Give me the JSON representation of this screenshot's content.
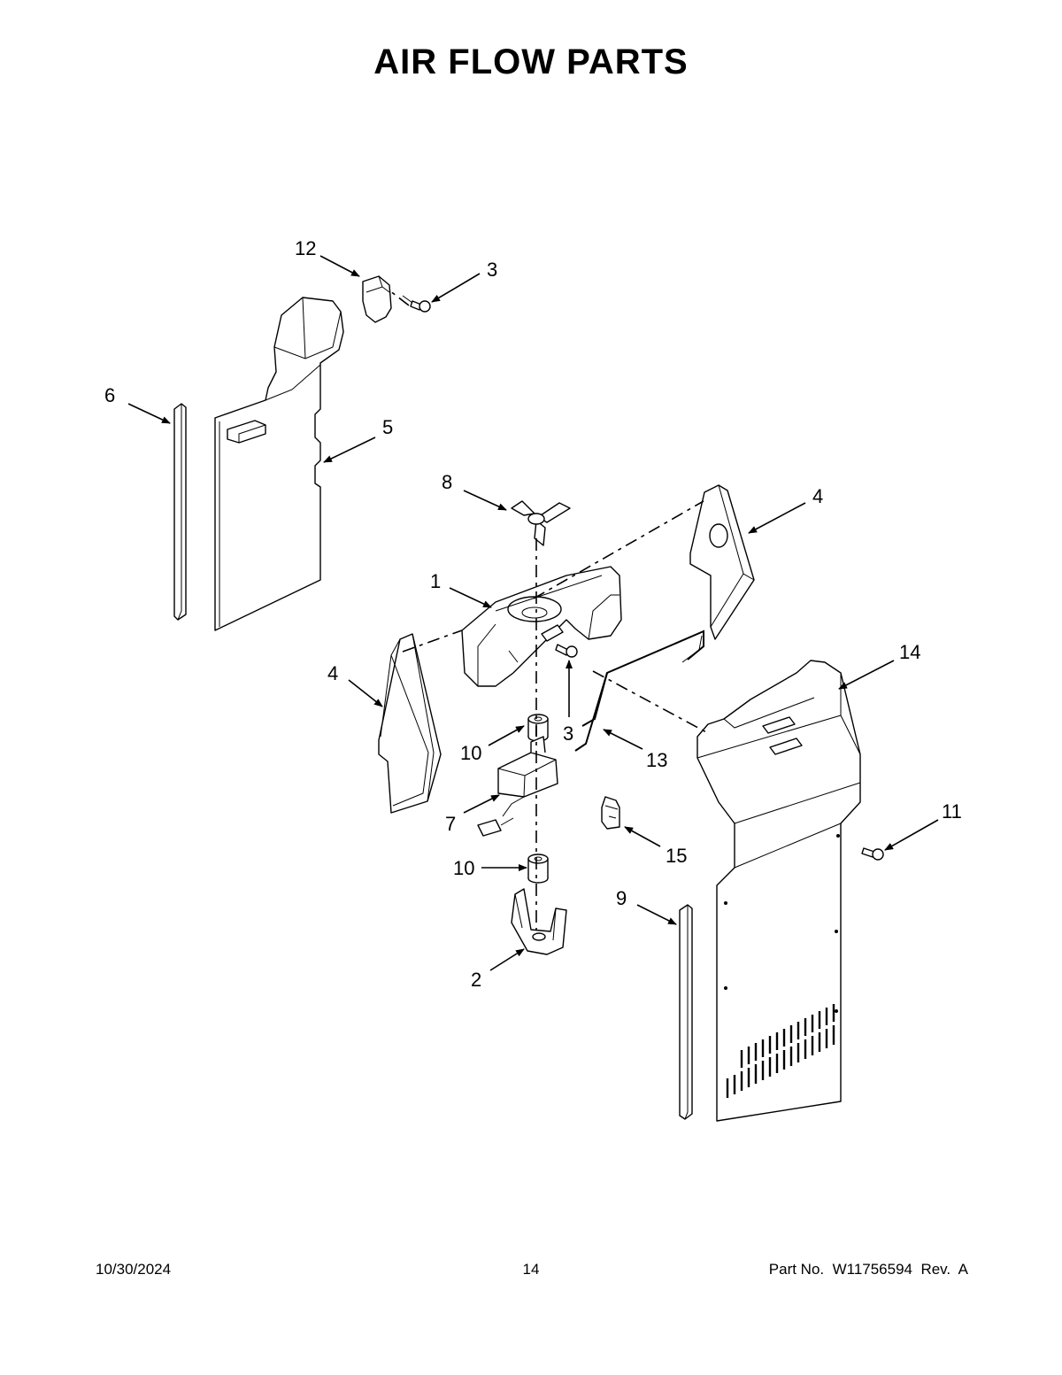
{
  "page": {
    "title": "AIR FLOW PARTS"
  },
  "callouts": {
    "c1": "1",
    "c2": "2",
    "c3a": "3",
    "c3b": "3",
    "c4a": "4",
    "c4b": "4",
    "c5": "5",
    "c6": "6",
    "c7": "7",
    "c8": "8",
    "c9": "9",
    "c10a": "10",
    "c10b": "10",
    "c11": "11",
    "c12": "12",
    "c13": "13",
    "c14": "14",
    "c15": "15"
  },
  "footer": {
    "date": "10/30/2024",
    "page_number": "14",
    "part_info": "Part No.  W11756594  Rev.  A"
  }
}
